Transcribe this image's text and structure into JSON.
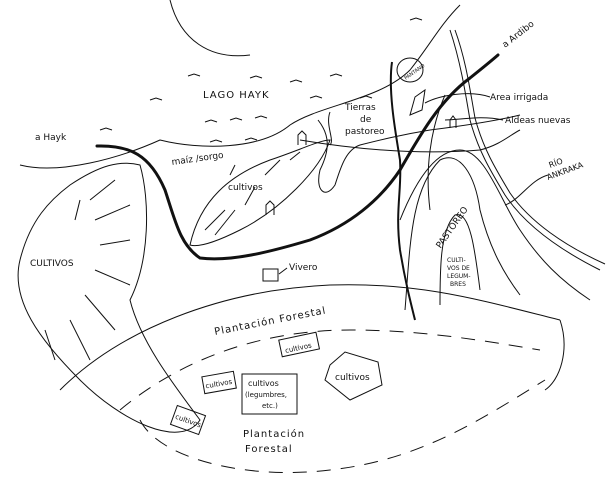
{
  "labels": {
    "to_hayk": "a Hayk",
    "to_ardibo": "a Ardibo",
    "lake": "LAGO HAYK",
    "grazing_land": [
      "Tierras",
      "de",
      "pastoreo"
    ],
    "maize_sorghum": "maíz /sorgo",
    "crops_small": "cultivos",
    "crops_left": "CULTIVOS",
    "nursery": "Vivero",
    "forest_plantation_band": "Plantación Forestal",
    "forest_plantation_bottom": [
      "Plantación",
      "Forestal"
    ],
    "crops_box_1": "cultivos",
    "crops_box_2": "cultivos",
    "crops_box_3": [
      "cultivos",
      "(legumbres,",
      "etc.)"
    ],
    "crops_box_4": "cultivos",
    "crops_polygon": "cultivos",
    "irrigated_area": "Area irrigada",
    "new_villages": "Aldeas nuevas",
    "river": [
      "RÍO",
      "ANKRAKA"
    ],
    "swamp": "PANTANO",
    "grazing": "PASTOREO",
    "legume_crops": [
      "CULTI-",
      "VOS DE",
      "LEGUM-",
      "BRES"
    ]
  },
  "colors": {
    "ink": "#111111",
    "paper": "#ffffff"
  }
}
